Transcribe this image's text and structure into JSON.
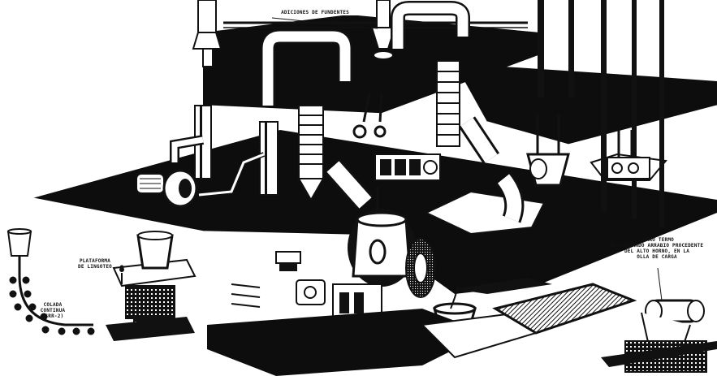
{
  "labels": {
    "adiciones": "ADICIONES DE FUNDENTES",
    "plataforma_line1": "PLATAFORMA",
    "plataforma_line2": "DE LINGOTEO",
    "colada_line1": "COLADA",
    "colada_line2": "CONTINUA",
    "colada_line3": "(SRR-2)",
    "carro_line1": "CARRO TERMO",
    "carro_line2": "DESCARGANDO ARRABIO PROCEDENTE",
    "carro_line3": "DEL ALTO HORNO, EN LA",
    "carro_line4": "OLLA DE CARGA"
  },
  "colors": {
    "ink": "#0b0b0b",
    "paper": "#ffffff",
    "mid": "#6a6a6a"
  }
}
